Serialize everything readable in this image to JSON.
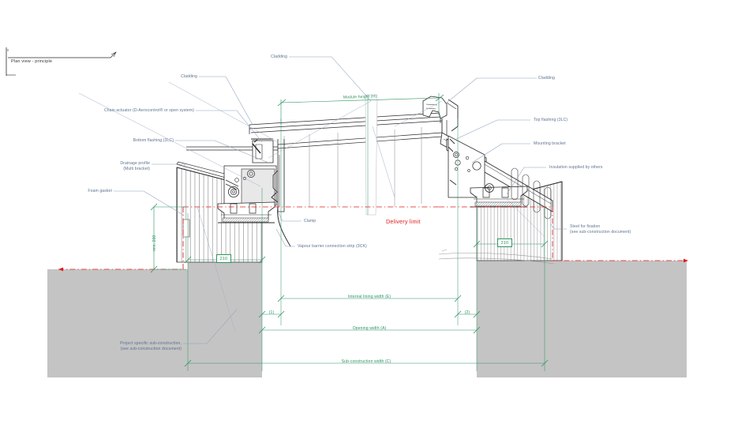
{
  "document": {
    "title": "Plan view - principle",
    "type": "technical-cad-section-drawing",
    "background_color": "#ffffff"
  },
  "colors": {
    "leader_text": "#5c7291",
    "dimension_green": "#2f9460",
    "delivery_limit_red": "#e11b1b",
    "concrete_fill": "#c4c4c4",
    "outline_dark": "#2b2b2b",
    "title_text": "#3b3b3b"
  },
  "annotations": {
    "cladding_left": "Cladding",
    "cladding_mid": "Cladding",
    "cladding_right": "Cladding",
    "chain_actuator": "Chain actuator (D-Aerocontrol® or open system)",
    "bottom_flashing": "Bottom flashing (3LC)",
    "drainage_profile_l1": "Drainage profile",
    "drainage_profile_l2": "(Multi bracket)",
    "foam_gasket": "Foam gasket",
    "clamp": "Clamp",
    "vapour_barrier": "Vapour barrier connection strip (3CK)",
    "delivery_limit": "Delivery limit",
    "top_flashing": "Top flashing (3LC)",
    "mounting_bracket": "Mounting bracket",
    "insulation": "Insulation supplied by others",
    "steel_fixation_l1": "Steel for fixation",
    "steel_fixation_l2": "(see sub-construction document)",
    "project_sub_l1": "Project specific sub-construction,",
    "project_sub_l2": "(see sub-construction document)"
  },
  "dimensions": {
    "module_height": "Module height (H)",
    "internal_lining_width": "Internal lining width (E)",
    "opening_width": "Opening width (A)",
    "sub_construction_width": "Sub-construction width (C)",
    "offset_left": "(1)",
    "offset_right": "(2)",
    "min_height": "min. 200",
    "reveal_left": "210",
    "reveal_right": "210"
  }
}
